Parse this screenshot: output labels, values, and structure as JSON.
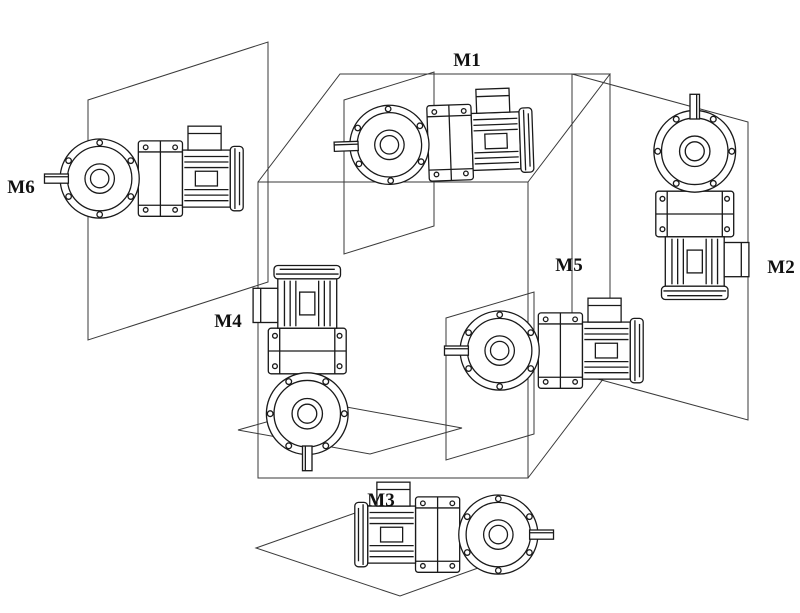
{
  "diagram": {
    "position_labels": {
      "m1": "M1",
      "m2": "M2",
      "m3": "M3",
      "m4": "M4",
      "m5": "M5",
      "m6": "M6"
    },
    "colors": {
      "line": "#1a1a1a",
      "cube_line": "#3a3a3a",
      "background": "#ffffff",
      "label_text": "#111111"
    }
  }
}
